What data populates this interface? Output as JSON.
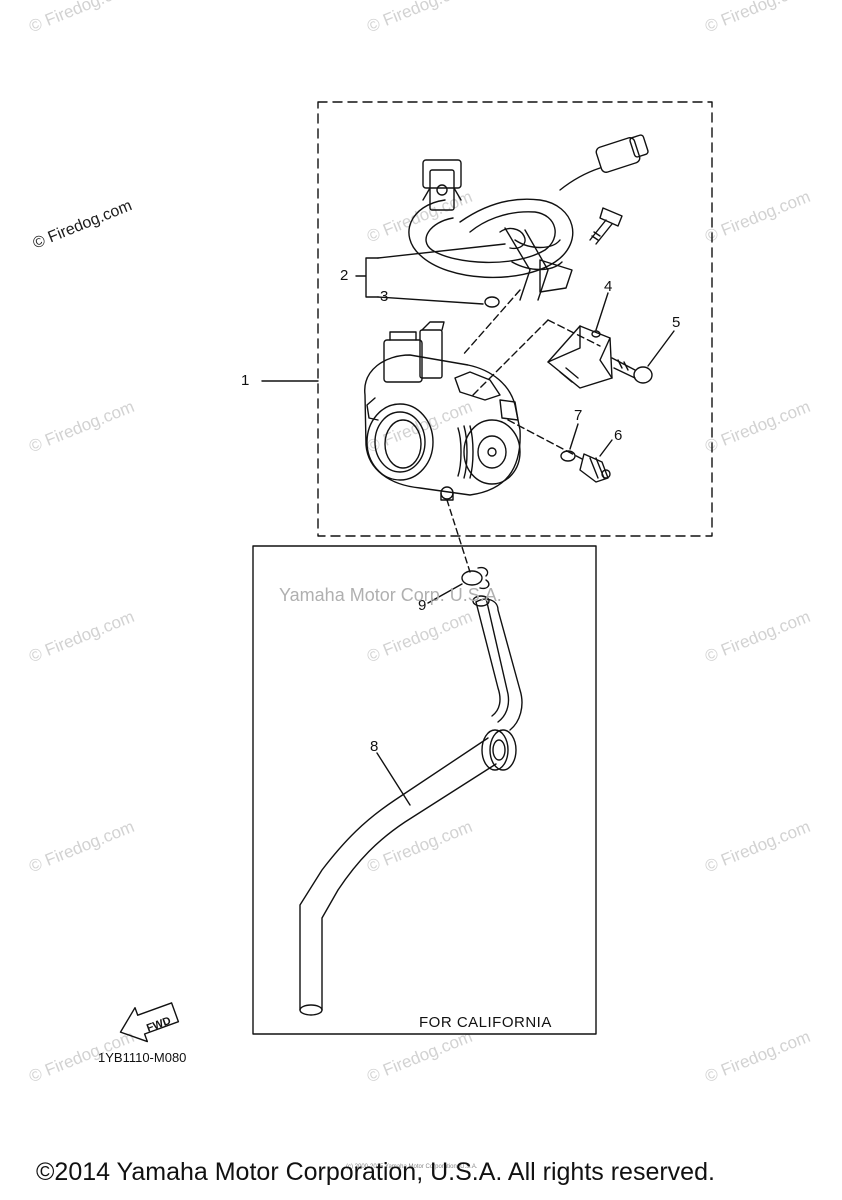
{
  "watermarks": {
    "repeat_text": "© Firedog.com",
    "top_left_text": "© Firedog.com",
    "center_text": "Yamaha Motor Corp. U.S.A."
  },
  "callouts": [
    "1",
    "2",
    "3",
    "4",
    "5",
    "6",
    "7",
    "8",
    "9"
  ],
  "labels": {
    "for_california": "FOR CALIFORNIA",
    "fwd": "FWD",
    "diagram_code": "1YB1110-M080"
  },
  "footer": {
    "copyright": "©2014 Yamaha Motor Corporation, U.S.A. All rights reserved.",
    "small_line": "(c) 2000-2015 Yamaha Motor Corporation, U.S.A."
  }
}
